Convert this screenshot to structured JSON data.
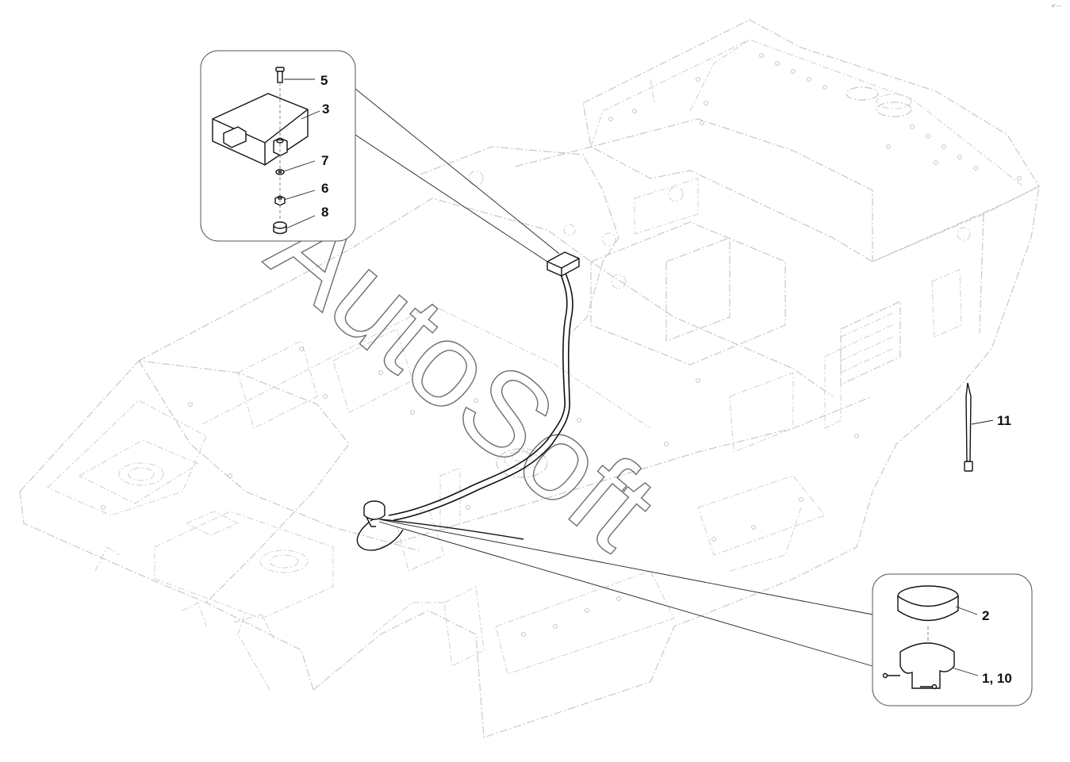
{
  "diagram": {
    "callouts": [
      {
        "id": "c5",
        "label": "5"
      },
      {
        "id": "c3",
        "label": "3"
      },
      {
        "id": "c7",
        "label": "7"
      },
      {
        "id": "c6",
        "label": "6"
      },
      {
        "id": "c8",
        "label": "8"
      },
      {
        "id": "c11",
        "label": "11"
      },
      {
        "id": "c2",
        "label": "2"
      },
      {
        "id": "c110",
        "label": "1, 10"
      }
    ],
    "watermark": "AutoSoft",
    "corner_mark": "a° ––"
  }
}
